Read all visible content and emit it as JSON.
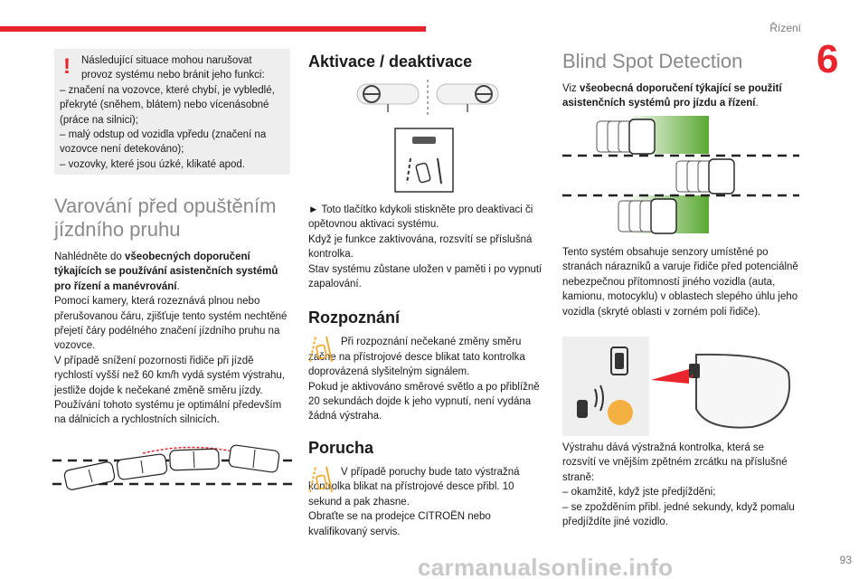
{
  "header": {
    "running_head": "Řízení",
    "chapter_number": "6",
    "page_number": "93",
    "watermark": "carmanualsonline.info"
  },
  "warning_box": {
    "intro": "Následující situace mohou narušovat provoz systému nebo bránit jeho funkci:",
    "items": [
      "– značení na vozovce, které chybí, je vybledlé, překryté (sněhem, blátem) nebo vícenásobné (práce na silnici);",
      "– malý odstup od vozidla vpředu (značení na vozovce není detekováno);",
      "– vozovky, které jsou úzké, klikaté apod."
    ]
  },
  "lane_warning": {
    "title_line1": "Varování před opuštěním",
    "title_line2": "jízdního pruhu",
    "ref_prefix": "Nahlédněte do ",
    "ref_bold": "všeobecných doporučení týkajících se používání asistenčních systémů pro řízení a manévrování",
    "ref_suffix": ".",
    "body": [
      "Pomocí kamery, která rozeznává plnou nebo přerušovanou čáru, zjišťuje tento systém nechtěné přejetí čáry podélného značení jízdního pruhu na vozovce.",
      "V případě snížení pozornosti řidiče při jízdě rychlostí vyšší než 60 km/h vydá systém výstrahu, jestliže dojde k nečekané změně směru jízdy.",
      "Používání tohoto systému je optimální především na dálnicích a rychlostních silnicích."
    ]
  },
  "activation": {
    "title": "Aktivace / deaktivace",
    "text": [
      "► Toto tlačítko kdykoli stiskněte pro deaktivaci či opětovnou aktivaci systému.",
      "Když je funkce zaktivována, rozsvítí se příslušná kontrolka.",
      "Stav systému zůstane uložen v paměti i po vypnutí zapalování."
    ]
  },
  "detection": {
    "title": "Rozpoznání",
    "lead": "Při rozpoznání nečekané změny směru začne na přístrojové desce blikat tato kontrolka doprovázená slyšitelným signálem.",
    "more": "Pokud je aktivováno směrové světlo a po přiblížně 20 sekundách dojde k jeho vypnutí, není vydána žádná výstraha."
  },
  "fault": {
    "title": "Porucha",
    "lead": "V případě poruchy bude tato výstražná kontrolka blikat na přístrojové desce přibl. 10 sekund a pak zhasne.",
    "more": "Obraťte se na prodejce CITROËN nebo kvalifikovaný servis."
  },
  "blind_spot": {
    "title": "Blind Spot Detection",
    "ref_prefix": "Viz ",
    "ref_bold": "všeobecná doporučení týkající se použití asistenčních systémů pro jízdu a řízení",
    "ref_suffix": ".",
    "description": "Tento systém obsahuje senzory umístěné po stranách nárazníků a varuje řidiče před potenciálně nebezpečnou přítomností jiného vozidla (auta, kamionu, motocyklu) v oblastech slepého úhlu jeho vozidla (skryté oblasti v zorném poli řidiče).",
    "alert_intro": "Výstrahu dává výstražná kontrolka, která se rozsvítí ve vnějším zpětném zrcátku na příslušné straně:",
    "alert_items": [
      "– okamžitě, když jste předjížděni;",
      "– se zpožděním přibl. jedné sekundy, když pomalu předjíždíte jiné vozidlo."
    ]
  },
  "colors": {
    "accent_red": "#e8242c",
    "heading_grey": "#8a8a8a",
    "box_grey": "#eeeeee",
    "zone_green": "#5aa832",
    "note_orange": "#f5a623"
  }
}
